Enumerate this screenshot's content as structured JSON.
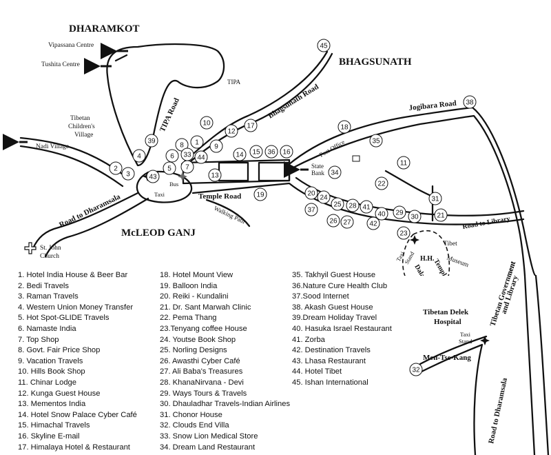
{
  "places": {
    "dharamkot": "DHARAMKOT",
    "bhagsunath": "BHAGSUNATH",
    "mcleod_ganj": "McLEOD GANJ",
    "vipassana": "Vipassana Centre",
    "tushita": "Tushita Centre",
    "tipa": "TIPA",
    "tibetan_village_1": "Tibetan",
    "tibetan_village_2": "Children's",
    "tibetan_village_3": "Village",
    "nadi_village": "Nadi Village",
    "taxi": "Taxi",
    "bus": "Bus",
    "post_office": "Post Office",
    "state_bank_1": "State",
    "state_bank_2": "Bank",
    "tibet_museum_1": "Tibet",
    "tibet_museum_2": "Museum",
    "taxi_stand_1": "Taxi",
    "taxi_stand_2": "Stand",
    "hh_1": "H.H.",
    "hh_2": "Dalai Lama",
    "hh_3": "Temple",
    "delek_1": "Tibetan Delek",
    "delek_2": "Hospital",
    "taxi_stand2_1": "Taxi",
    "taxi_stand2_2": "Stand",
    "men_tse_kang": "Men-Tse-Kang",
    "st_john_1": "St. John",
    "st_john_2": "Church"
  },
  "roads": {
    "tipa_road": "TIPA Road",
    "bhagsunath_road": "Bhagsunath Road",
    "jogibara_road": "Jogibara Road",
    "temple_road": "Temple Road",
    "walking_path": "Walking Path",
    "road_to_dharamsala_1": "Road to Dharamsala",
    "road_to_library": "Road to Library",
    "tibetan_government": "Tibetan Government",
    "and_library": "and Library",
    "road_to_dharamsala_2": "Road to Dharamsala"
  },
  "markers": [
    "1",
    "2",
    "3",
    "4",
    "5",
    "6",
    "7",
    "8",
    "9",
    "10",
    "11",
    "12",
    "13",
    "14",
    "15",
    "16",
    "17",
    "18",
    "19",
    "20",
    "21",
    "22",
    "23",
    "24",
    "25",
    "26",
    "27",
    "28",
    "29",
    "30",
    "31",
    "32",
    "33",
    "34",
    "35",
    "36",
    "37",
    "38",
    "39",
    "40",
    "41",
    "42",
    "43",
    "44",
    "45"
  ],
  "legend": [
    "1. Hotel India House & Beer Bar",
    "2. Bedi Travels",
    "3. Raman Travels",
    "4. Western Union Money Transfer",
    "5. Hot Spot-GLIDE Travels",
    "6. Namaste India",
    "7. Top Shop",
    "8. Govt. Fair Price Shop",
    "9. Vacation Travels",
    "10. Hills Book  Shop",
    "11. Chinar Lodge",
    "12. Kunga Guest House",
    "13. Mementos India",
    "14. Hotel Snow Palace Cyber Café",
    "15. Himachal Travels",
    "16. Skyline E-mail",
    "17. Himalaya Hotel & Restaurant",
    "18. Hotel Mount View",
    "19. Balloon India",
    "20. Reiki - Kundalini",
    "21. Dr. Sant Marwah Clinic",
    "22. Pema Thang",
    "23.Tenyang coffee House",
    "24. Youtse Book Shop",
    "25. Norling Designs",
    "26. Awasthi Cyber Café",
    "27. Ali Baba's Treasures",
    "28. KhanaNirvana - Devi",
    "29. Ways Tours & Travels",
    "30. Dhauladhar Travels-Indian Airlines",
    "31. Chonor House",
    "32. Clouds End Villa",
    "33. Snow Lion Medical Store",
    "34. Dream Land Restaurant",
    "35. Takhyil Guest House",
    "36.Nature Cure Health Club",
    "37.Sood Internet",
    "38. Akash Guest House",
    "39.Dream Holiday Travel",
    "40. Hasuka Israel Restaurant",
    "41. Zorba",
    "42. Destination Travels",
    "43. Lhasa Restaurant",
    "44. Hotel Tibet",
    "45. Ishan International"
  ]
}
